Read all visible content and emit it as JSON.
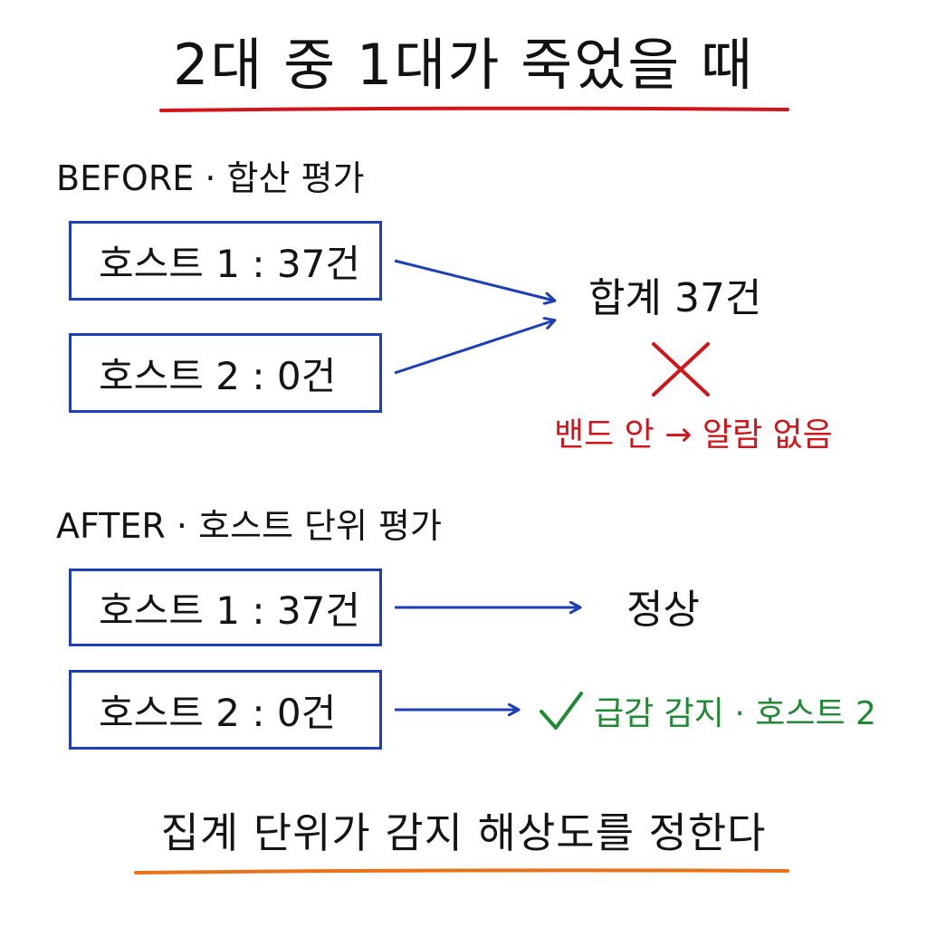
{
  "title": "2대 중 1대가 죽었을 때",
  "before": {
    "label": "BEFORE · 합산 평가",
    "host1": "호스트 1 : 37건",
    "host2": "호스트 2 : 0건",
    "total": "합계 37건",
    "cross_icon": "cross-icon",
    "note": "밴드 안 → 알람 없음"
  },
  "after": {
    "label": "AFTER · 호스트 단위 평가",
    "host1": "호스트 1 : 37건",
    "host2": "호스트 2 : 0건",
    "result1": "정상",
    "check_icon": "check-icon",
    "result2": "급감 감지 · 호스트 2"
  },
  "footer": "집계 단위가 감지 해상도를 정한다",
  "colors": {
    "box_border": "#1c3fb8",
    "arrow": "#1c3fb8",
    "alert_red": "#d0151b",
    "detect_green": "#1f8a33",
    "title_underline": "#d0151b",
    "footer_underline": "#e8731a"
  }
}
